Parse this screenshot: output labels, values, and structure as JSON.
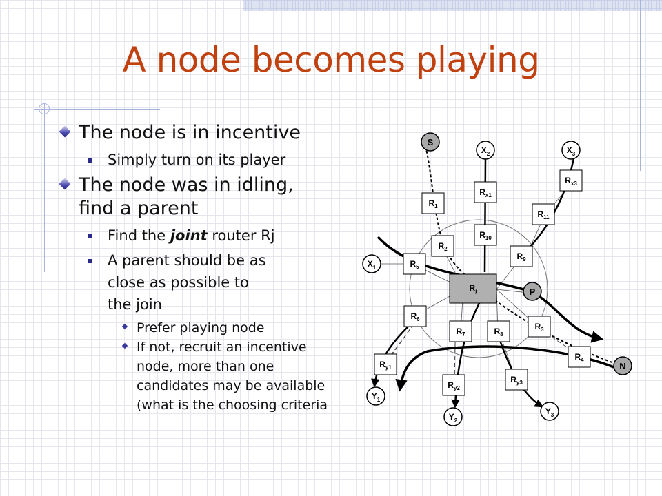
{
  "title": "A node becomes playing",
  "bullets": [
    {
      "text": "The node is in incentive",
      "sub": [
        {
          "text": "Simply turn on its player"
        }
      ]
    },
    {
      "text": "The node was in idling, find a parent",
      "sub": [
        {
          "pre": "Find the ",
          "em": "joint",
          "post": " router Rj"
        },
        {
          "text": "A parent should be as close as possible to the join",
          "sub": [
            "Prefer playing node",
            "If not, recruit an incentive node, more than one candidates may be available (what is the choosing criteria"
          ]
        }
      ]
    }
  ],
  "diagram": {
    "nodes": {
      "S": "S",
      "X2": [
        "X",
        "2"
      ],
      "X3": [
        "X",
        "3"
      ],
      "X1": [
        "X",
        "1"
      ],
      "P": "P",
      "N": "N",
      "Y1": [
        "Y",
        "1"
      ],
      "Y2": [
        "Y",
        "2"
      ],
      "Y3": [
        "Y",
        "3"
      ]
    },
    "routers": {
      "R1": [
        "R",
        "1"
      ],
      "Rx1": [
        "R",
        "x1"
      ],
      "Rx3": [
        "R",
        "x3"
      ],
      "R11": [
        "R",
        "11"
      ],
      "R10": [
        "R",
        "10"
      ],
      "R2": [
        "R",
        "2"
      ],
      "R9": [
        "R",
        "9"
      ],
      "R5": [
        "R",
        "5"
      ],
      "Rj": [
        "R",
        "j"
      ],
      "R6": [
        "R",
        "6"
      ],
      "R7": [
        "R",
        "7"
      ],
      "R8": [
        "R",
        "8"
      ],
      "R3": [
        "R",
        "3"
      ],
      "R4": [
        "R",
        "4"
      ],
      "Ry1": [
        "R",
        "y1"
      ],
      "Ry2": [
        "R",
        "y2"
      ],
      "Ry3": [
        "R",
        "y3"
      ]
    }
  }
}
